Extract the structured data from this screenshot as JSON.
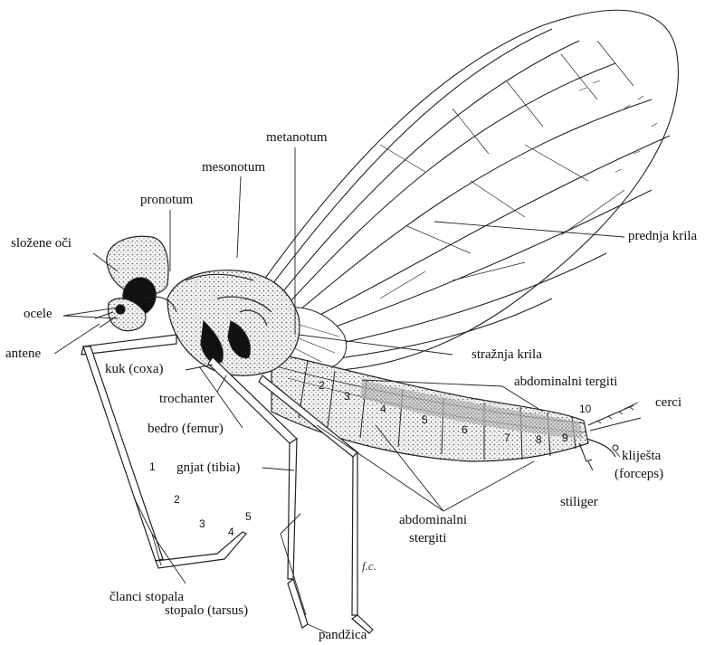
{
  "labels": {
    "metanotum": "metanotum",
    "mesonotum": "mesonotum",
    "pronotum": "pronotum",
    "slozene_oci": "složene oči",
    "ocele": "ocele",
    "antene": "antene",
    "prednja_krila": "prednja krila",
    "straznja_krila": "stražnja krila",
    "abdominalni_tergiti": "abdominalni tergiti",
    "cerci": "cerci",
    "kuk": "kuk (coxa)",
    "trochanter": "trochanter",
    "bedro": "bedro (femur)",
    "gnjat": "gnjat (tibia)",
    "kliješta_1": "kliješta",
    "kliješta_2": "(forceps)",
    "stiliger": "stiliger",
    "abdominalni_stergiti_1": "abdominalni",
    "abdominalni_stergiti_2": "stergiti",
    "clanci_stopala": "članci stopala",
    "stopalo": "stopalo (tarsus)",
    "pandzica": "pandžica"
  },
  "segments": [
    "2",
    "3",
    "4",
    "5",
    "6",
    "7",
    "8",
    "9",
    "10"
  ],
  "tarsal_segments": [
    "1",
    "2",
    "3",
    "4",
    "5"
  ],
  "signature": "f.c."
}
